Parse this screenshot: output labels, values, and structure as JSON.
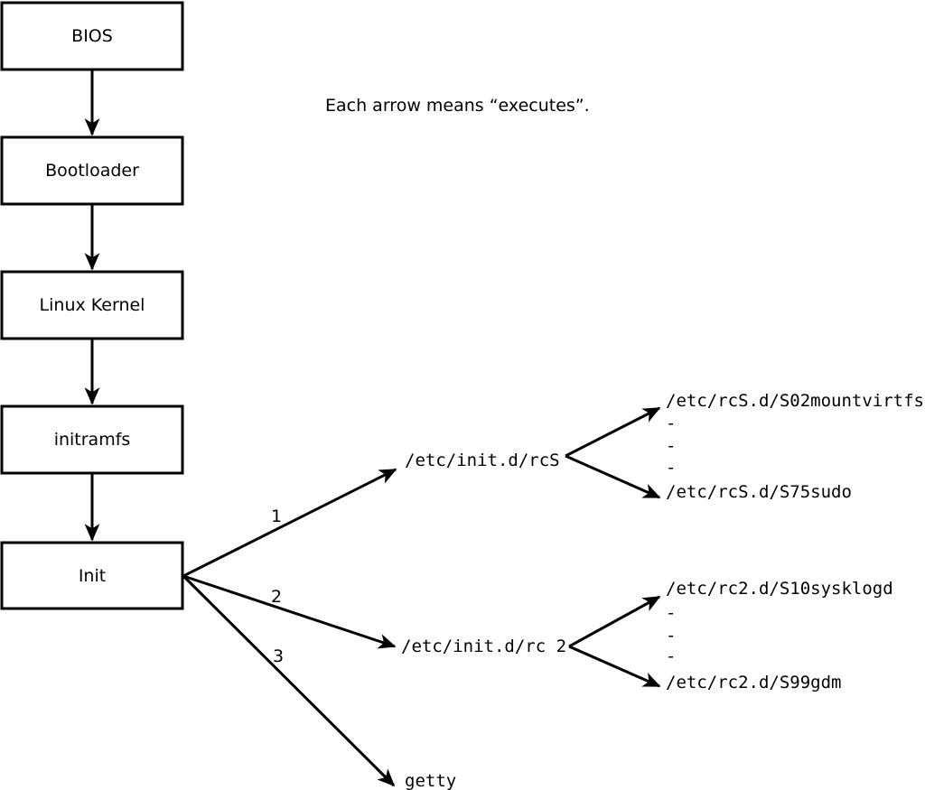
{
  "note": "Each arrow means “executes”.",
  "chain": [
    {
      "label": "BIOS"
    },
    {
      "label": "Bootloader"
    },
    {
      "label": "Linux Kernel"
    },
    {
      "label": "initramfs"
    },
    {
      "label": "Init"
    }
  ],
  "init_children": [
    {
      "order": "1",
      "target": "/etc/init.d/rcS"
    },
    {
      "order": "2",
      "target": "/etc/init.d/rc 2"
    },
    {
      "order": "3",
      "target": "getty"
    }
  ],
  "rcS_fork": {
    "first": "/etc/rcS.d/S02mountvirtfs",
    "dots": [
      "-",
      "-",
      "-"
    ],
    "last": "/etc/rcS.d/S75sudo"
  },
  "rc2_fork": {
    "first": "/etc/rc2.d/S10sysklogd",
    "dots": [
      "-",
      "-",
      "-"
    ],
    "last": "/etc/rc2.d/S99gdm"
  },
  "colors": {
    "ink": "#000000",
    "paper": "#ffffff"
  }
}
